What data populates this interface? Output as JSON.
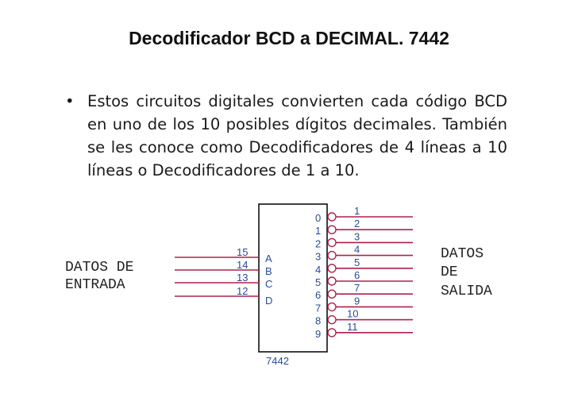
{
  "slide": {
    "title": "Decodificador BCD a DECIMAL. 7442",
    "bullet_marker": "•",
    "bullet_text": "Estos circuitos digitales convierten cada código BCD en uno de los 10 posibles dígitos decimales. También se les conoce como Decodificadores de 4 líneas a 10 líneas o Decodificadores de 1 a 10."
  },
  "diagram": {
    "chip_label": "7442",
    "input_caption_line1": "DATOS DE",
    "input_caption_line2": "ENTRADA",
    "output_caption_line1": "DATOS",
    "output_caption_line2": "DE",
    "output_caption_line3": "SALIDA",
    "input_pin_letters": [
      "A",
      "B",
      "C",
      "D"
    ],
    "input_pin_numbers": [
      "15",
      "14",
      "13",
      "12"
    ],
    "output_pin_digits": [
      "0",
      "1",
      "2",
      "3",
      "4",
      "5",
      "6",
      "7",
      "8",
      "9"
    ],
    "output_pin_numbers": [
      "1",
      "2",
      "3",
      "4",
      "5",
      "6",
      "7",
      "9",
      "10",
      "11"
    ],
    "colors": {
      "wire": "#b0204a",
      "pin_text": "#2a4a9a",
      "chip_outline": "#111111"
    }
  }
}
